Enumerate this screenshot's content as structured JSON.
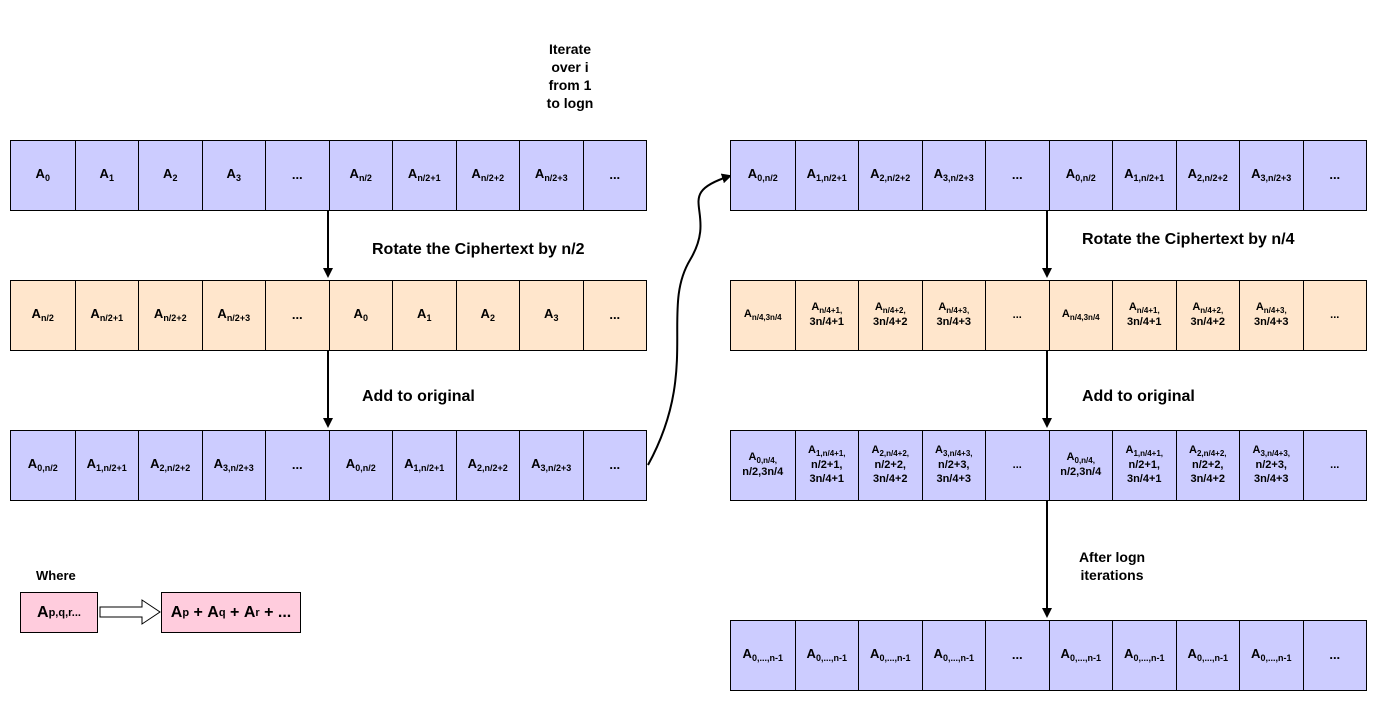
{
  "annotations": {
    "iterate": [
      "Iterate",
      "over i",
      "from 1",
      "to logn"
    ],
    "rotate_left": "Rotate the Ciphertext by n/2",
    "add_left": "Add to original",
    "rotate_right": "Rotate the Ciphertext by n/4",
    "add_right": "Add to original",
    "after": [
      "After logn",
      "iterations"
    ],
    "where": "Where"
  },
  "legend": {
    "left_base": "A",
    "left_sub": "p,q,r...",
    "right": [
      {
        "base": "A",
        "sub": "p"
      },
      {
        "text": " + "
      },
      {
        "base": "A",
        "sub": "q"
      },
      {
        "text": " + "
      },
      {
        "base": "A",
        "sub": "r"
      },
      {
        "text": " + ..."
      }
    ]
  },
  "rows": {
    "left_original": [
      [
        {
          "base": "A",
          "sub": "0"
        }
      ],
      [
        {
          "base": "A",
          "sub": "1"
        }
      ],
      [
        {
          "base": "A",
          "sub": "2"
        }
      ],
      [
        {
          "base": "A",
          "sub": "3"
        }
      ],
      [
        {
          "text": "..."
        }
      ],
      [
        {
          "base": "A",
          "sub": "n/2"
        }
      ],
      [
        {
          "base": "A",
          "sub": "n/2+1"
        }
      ],
      [
        {
          "base": "A",
          "sub": "n/2+2"
        }
      ],
      [
        {
          "base": "A",
          "sub": "n/2+3"
        }
      ],
      [
        {
          "text": "..."
        }
      ]
    ],
    "left_rotated": [
      [
        {
          "base": "A",
          "sub": "n/2"
        }
      ],
      [
        {
          "base": "A",
          "sub": "n/2+1"
        }
      ],
      [
        {
          "base": "A",
          "sub": "n/2+2"
        }
      ],
      [
        {
          "base": "A",
          "sub": "n/2+3"
        }
      ],
      [
        {
          "text": "..."
        }
      ],
      [
        {
          "base": "A",
          "sub": "0"
        }
      ],
      [
        {
          "base": "A",
          "sub": "1"
        }
      ],
      [
        {
          "base": "A",
          "sub": "2"
        }
      ],
      [
        {
          "base": "A",
          "sub": "3"
        }
      ],
      [
        {
          "text": "..."
        }
      ]
    ],
    "left_sum": [
      [
        {
          "base": "A",
          "sub": "0,n/2"
        }
      ],
      [
        {
          "base": "A",
          "sub": "1,n/2+1"
        }
      ],
      [
        {
          "base": "A",
          "sub": "2,n/2+2"
        }
      ],
      [
        {
          "base": "A",
          "sub": "3,n/2+3"
        }
      ],
      [
        {
          "text": "..."
        }
      ],
      [
        {
          "base": "A",
          "sub": "0,n/2"
        }
      ],
      [
        {
          "base": "A",
          "sub": "1,n/2+1"
        }
      ],
      [
        {
          "base": "A",
          "sub": "2,n/2+2"
        }
      ],
      [
        {
          "base": "A",
          "sub": "3,n/2+3"
        }
      ],
      [
        {
          "text": "..."
        }
      ]
    ],
    "right_original": [
      [
        {
          "base": "A",
          "sub": "0,n/2"
        }
      ],
      [
        {
          "base": "A",
          "sub": "1,n/2+1"
        }
      ],
      [
        {
          "base": "A",
          "sub": "2,n/2+2"
        }
      ],
      [
        {
          "base": "A",
          "sub": "3,n/2+3"
        }
      ],
      [
        {
          "text": "..."
        }
      ],
      [
        {
          "base": "A",
          "sub": "0,n/2"
        }
      ],
      [
        {
          "base": "A",
          "sub": "1,n/2+1"
        }
      ],
      [
        {
          "base": "A",
          "sub": "2,n/2+2"
        }
      ],
      [
        {
          "base": "A",
          "sub": "3,n/2+3"
        }
      ],
      [
        {
          "text": "..."
        }
      ]
    ],
    "right_rotated": [
      [
        {
          "base": "A",
          "sub": "n/4,3n/4"
        }
      ],
      [
        {
          "base": "A",
          "sub": "n/4+1,"
        },
        {
          "text": "3n/4+1"
        }
      ],
      [
        {
          "base": "A",
          "sub": "n/4+2,"
        },
        {
          "text": "3n/4+2"
        }
      ],
      [
        {
          "base": "A",
          "sub": "n/4+3,"
        },
        {
          "text": "3n/4+3"
        }
      ],
      [
        {
          "text": "..."
        }
      ],
      [
        {
          "base": "A",
          "sub": "n/4,3n/4"
        }
      ],
      [
        {
          "base": "A",
          "sub": "n/4+1,"
        },
        {
          "text": "3n/4+1"
        }
      ],
      [
        {
          "base": "A",
          "sub": "n/4+2,"
        },
        {
          "text": "3n/4+2"
        }
      ],
      [
        {
          "base": "A",
          "sub": "n/4+3,"
        },
        {
          "text": "3n/4+3"
        }
      ],
      [
        {
          "text": "..."
        }
      ]
    ],
    "right_sum": [
      [
        {
          "base": "A",
          "sub": "0,n/4,"
        },
        {
          "text": "n/2,3n/4"
        }
      ],
      [
        {
          "base": "A",
          "sub": "1,n/4+1,"
        },
        {
          "text": "n/2+1,"
        },
        {
          "text": "3n/4+1"
        }
      ],
      [
        {
          "base": "A",
          "sub": "2,n/4+2,"
        },
        {
          "text": "n/2+2,"
        },
        {
          "text": "3n/4+2"
        }
      ],
      [
        {
          "base": "A",
          "sub": "3,n/4+3,"
        },
        {
          "text": "n/2+3,"
        },
        {
          "text": "3n/4+3"
        }
      ],
      [
        {
          "text": "..."
        }
      ],
      [
        {
          "base": "A",
          "sub": "0,n/4,"
        },
        {
          "text": "n/2,3n/4"
        }
      ],
      [
        {
          "base": "A",
          "sub": "1,n/4+1,"
        },
        {
          "text": "n/2+1,"
        },
        {
          "text": "3n/4+1"
        }
      ],
      [
        {
          "base": "A",
          "sub": "2,n/4+2,"
        },
        {
          "text": "n/2+2,"
        },
        {
          "text": "3n/4+2"
        }
      ],
      [
        {
          "base": "A",
          "sub": "3,n/4+3,"
        },
        {
          "text": "n/2+3,"
        },
        {
          "text": "3n/4+3"
        }
      ],
      [
        {
          "text": "..."
        }
      ]
    ],
    "right_final": [
      [
        {
          "base": "A",
          "sub": "0,...,n-1"
        }
      ],
      [
        {
          "base": "A",
          "sub": "0,...,n-1"
        }
      ],
      [
        {
          "base": "A",
          "sub": "0,...,n-1"
        }
      ],
      [
        {
          "base": "A",
          "sub": "0,...,n-1"
        }
      ],
      [
        {
          "text": "..."
        }
      ],
      [
        {
          "base": "A",
          "sub": "0,...,n-1"
        }
      ],
      [
        {
          "base": "A",
          "sub": "0,...,n-1"
        }
      ],
      [
        {
          "base": "A",
          "sub": "0,...,n-1"
        }
      ],
      [
        {
          "base": "A",
          "sub": "0,...,n-1"
        }
      ],
      [
        {
          "text": "..."
        }
      ]
    ]
  },
  "colors": {
    "purple": "#ccccff",
    "peach": "#ffe6cc",
    "pink": "#ffccdd",
    "line": "#000000"
  }
}
